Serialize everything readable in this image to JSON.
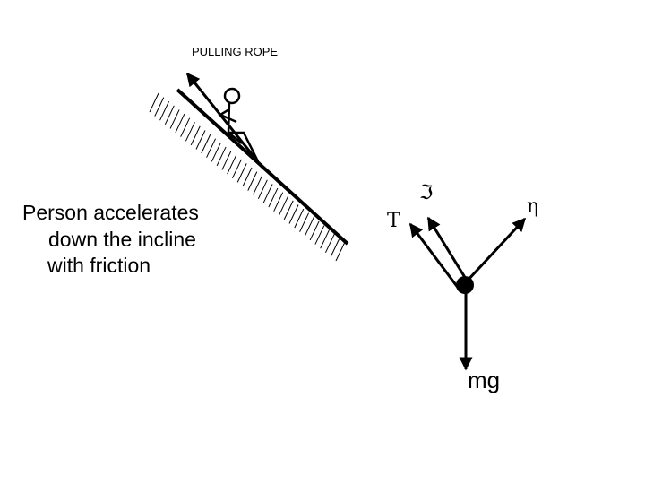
{
  "incline_figure": {
    "rope_label": "PULLING ROPE",
    "description_lines": [
      "Person accelerates",
      "down the incline",
      "with friction"
    ]
  },
  "free_body_diagram": {
    "labels": {
      "tension": "T",
      "friction": "ℑ",
      "normal": "η",
      "weight": "mg"
    }
  }
}
